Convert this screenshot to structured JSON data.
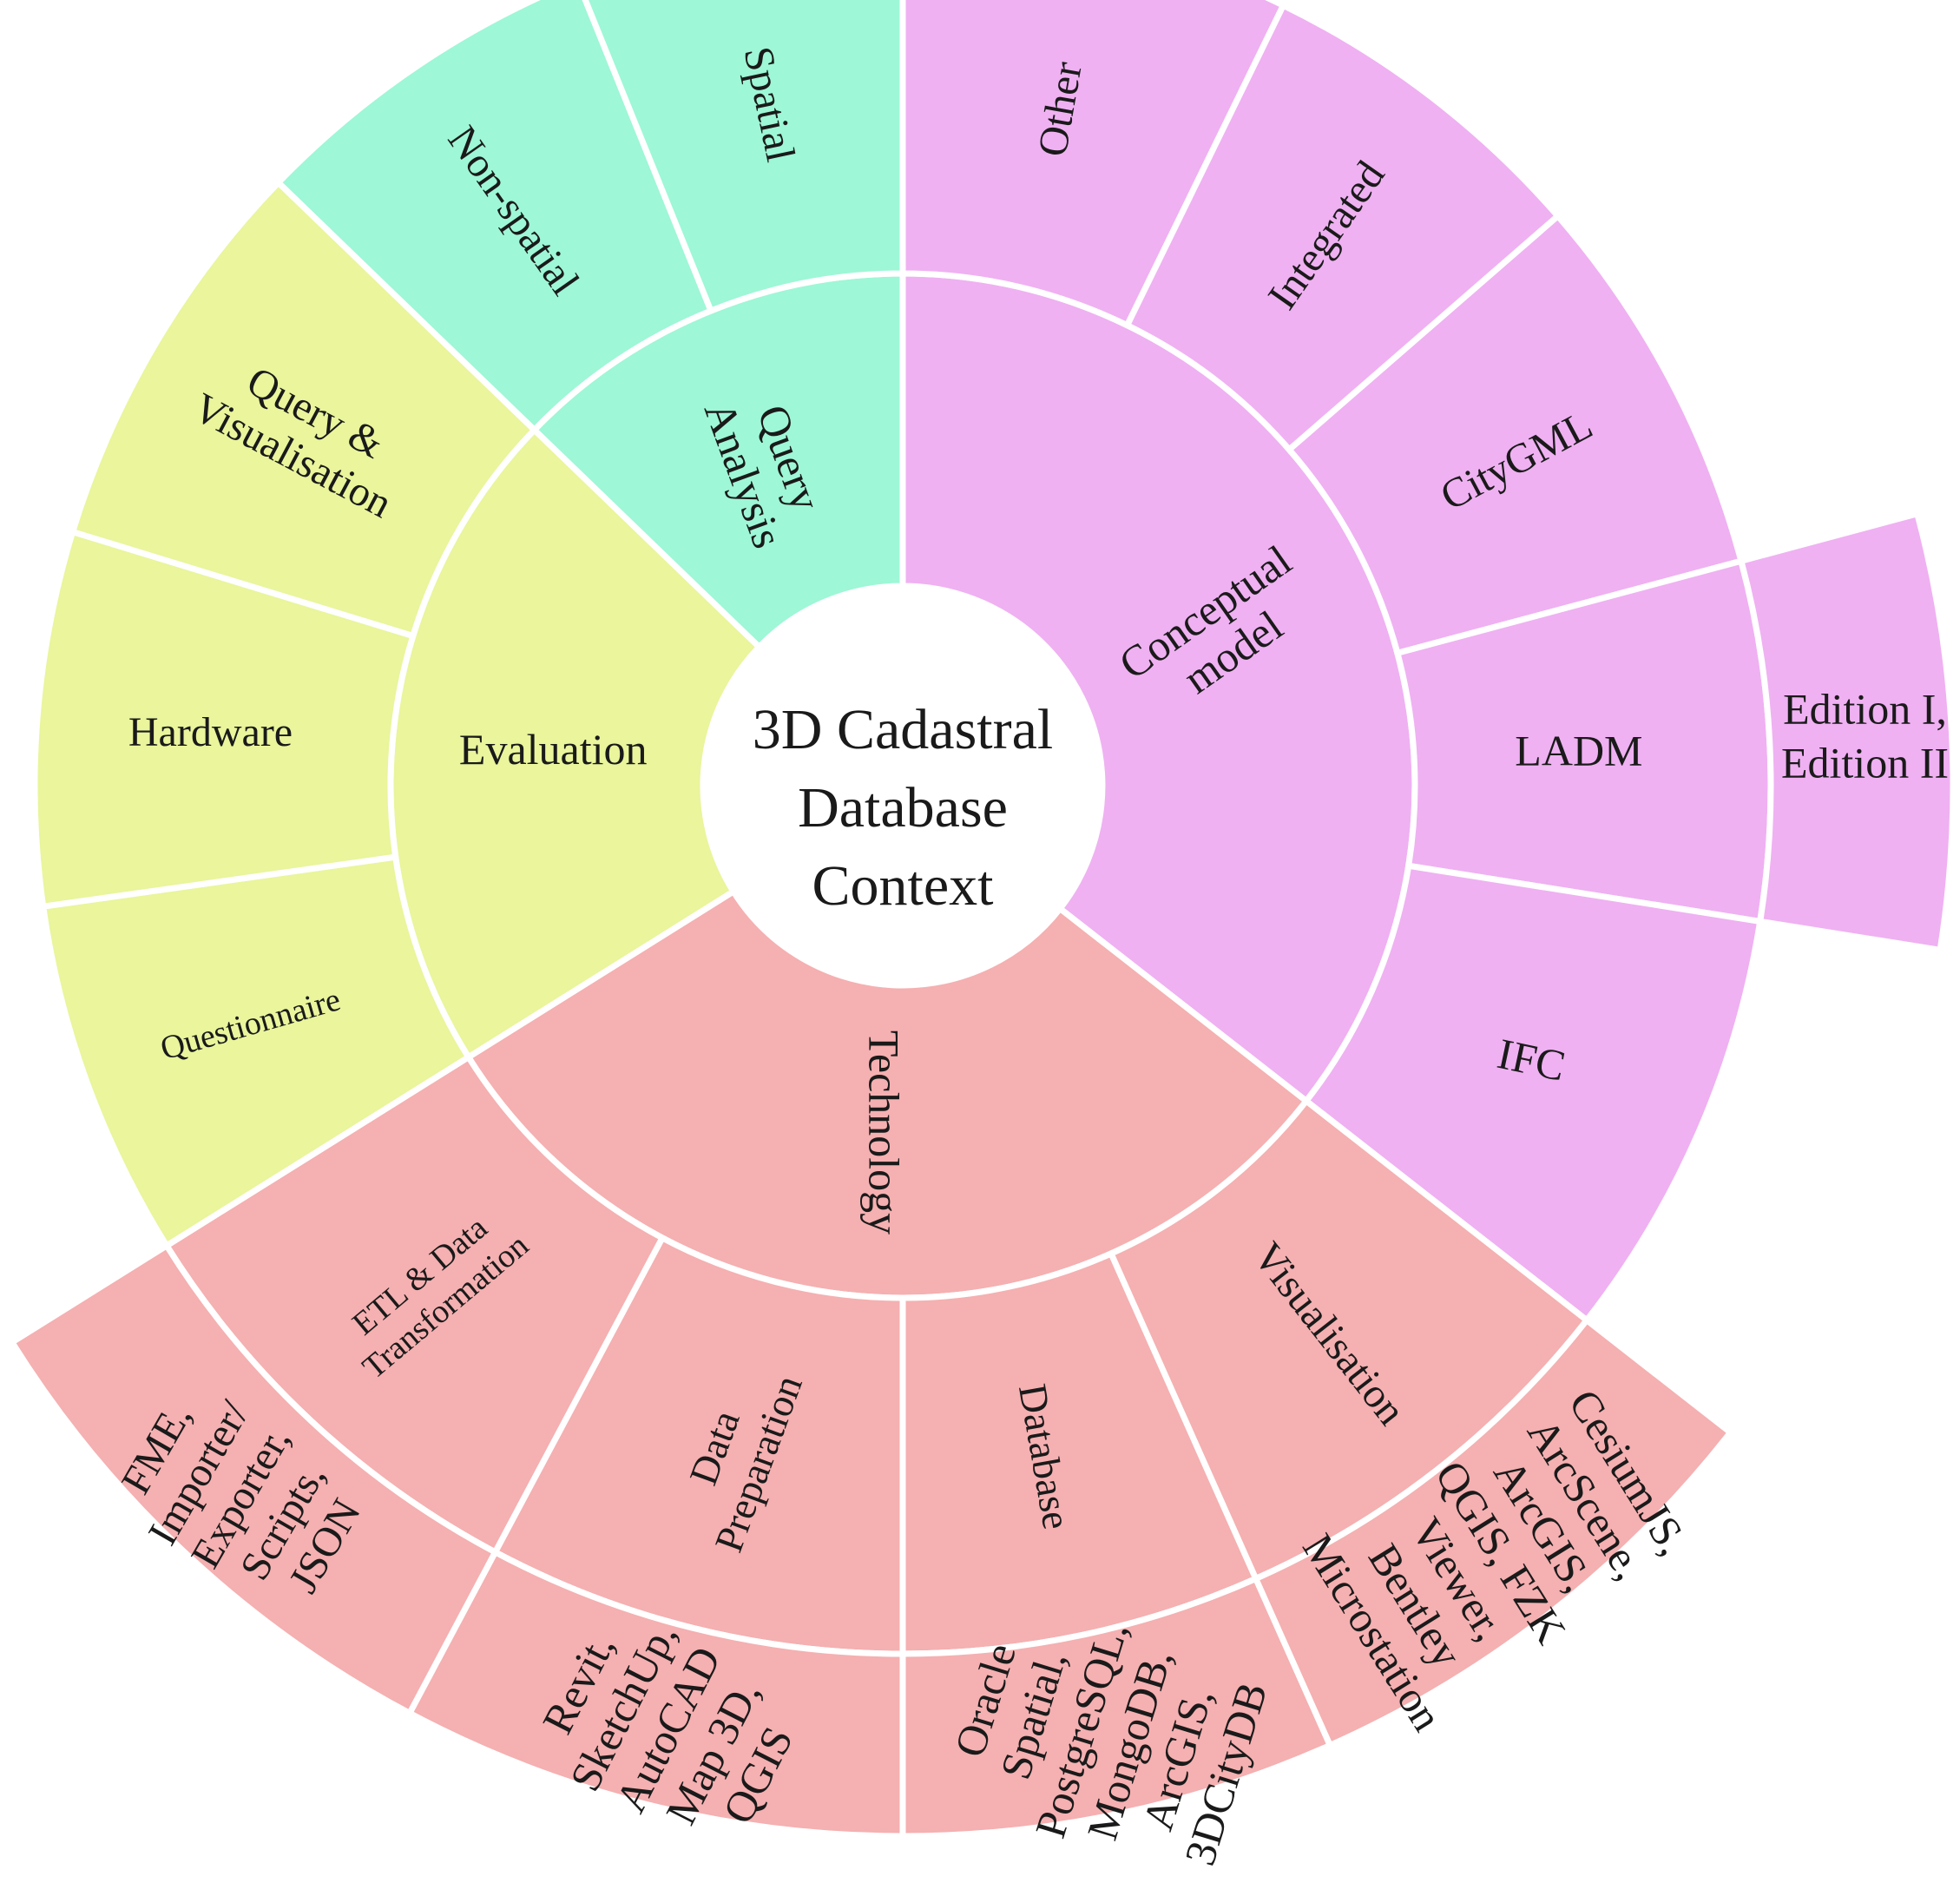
{
  "center": {
    "lines": [
      "3D Cadastral",
      "Database",
      "Context"
    ]
  },
  "colors": {
    "conceptual": "#efb1f2",
    "technology": "#f5b0b1",
    "evaluation": "#eaf59c",
    "query": "#9ef7d7",
    "separator": "#ffffff",
    "text": "#1a1a1a"
  },
  "categories": [
    {
      "key": "conceptual",
      "label": [
        "Conceptual",
        "model"
      ],
      "subs": [
        {
          "label": [
            "Other"
          ]
        },
        {
          "label": [
            "Integrated"
          ]
        },
        {
          "label": [
            "CityGML"
          ]
        },
        {
          "label": [
            "LADM"
          ],
          "leaf": [
            "Edition I,",
            "Edition II"
          ]
        },
        {
          "label": [
            "IFC"
          ]
        }
      ]
    },
    {
      "key": "technology",
      "label": [
        "Technology"
      ],
      "subs": [
        {
          "label": [
            "Visualisation"
          ],
          "leaf": [
            "CesiumJS,",
            "ArcScene,",
            "ArcGIS,",
            "QGIS, FZK",
            "Viewer,",
            "Bentley",
            "Microstation"
          ]
        },
        {
          "label": [
            "Database"
          ],
          "leaf": [
            "Oracle",
            "Spatial,",
            "PostgreSQL,",
            "MongoDB,",
            "ArcGIS,",
            "3DCityDB"
          ]
        },
        {
          "label": [
            "Data",
            "Preparation"
          ],
          "leaf": [
            "Revit,",
            "SketchUp,",
            "AutoCAD",
            "Map 3D,",
            "QGIS"
          ]
        },
        {
          "label": [
            "ETL  & Data",
            "Transformation"
          ],
          "leaf": [
            "FME,",
            "Importer/",
            "Exporter,",
            "Scripts,",
            "JSON"
          ]
        }
      ]
    },
    {
      "key": "evaluation",
      "label": [
        "Evaluation"
      ],
      "subs": [
        {
          "label": [
            "Questionnaire"
          ]
        },
        {
          "label": [
            "Hardware"
          ]
        },
        {
          "label": [
            "Query &",
            "Visualisation"
          ]
        }
      ]
    },
    {
      "key": "query",
      "label": [
        "Query",
        "Analysis"
      ],
      "subs": [
        {
          "label": [
            "Non-spatial"
          ]
        },
        {
          "label": [
            "Spatial"
          ]
        }
      ]
    }
  ]
}
